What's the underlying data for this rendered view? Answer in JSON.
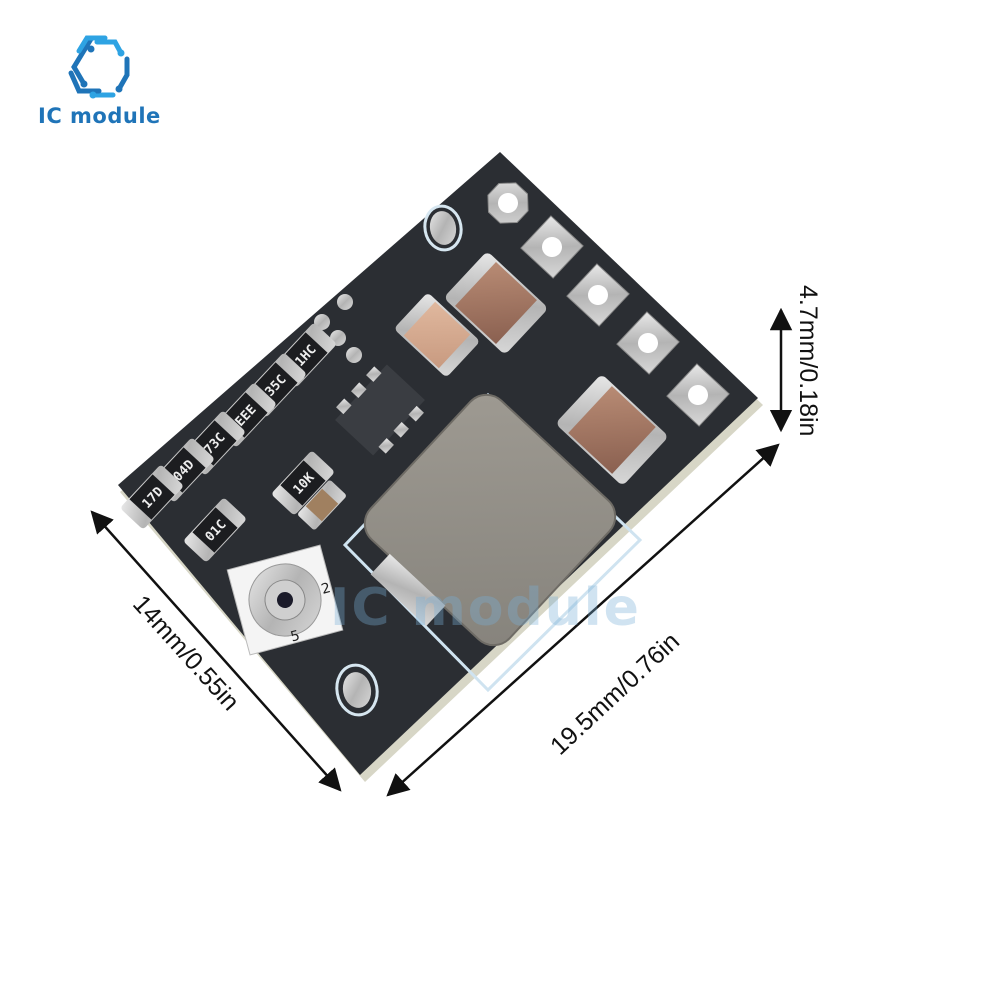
{
  "brand": {
    "name": "IC module",
    "logo_icon": "hexagon-circuit-icon",
    "color_primary": "#1f74b8",
    "color_secondary": "#2ea3e3"
  },
  "watermark": {
    "text": "IC module"
  },
  "dimensions": {
    "height": "4.7mm/0.18in",
    "width": "14mm/0.55in",
    "length": "19.5mm/0.76in"
  },
  "board": {
    "pcb_color": "#2b2e33",
    "pin_count": 5,
    "resistor_codes": [
      "17D",
      "04D",
      "73C",
      "EEE",
      "35C",
      "1HC",
      "01C",
      "10K"
    ],
    "potentiometer_marks": [
      "2",
      "5"
    ]
  }
}
